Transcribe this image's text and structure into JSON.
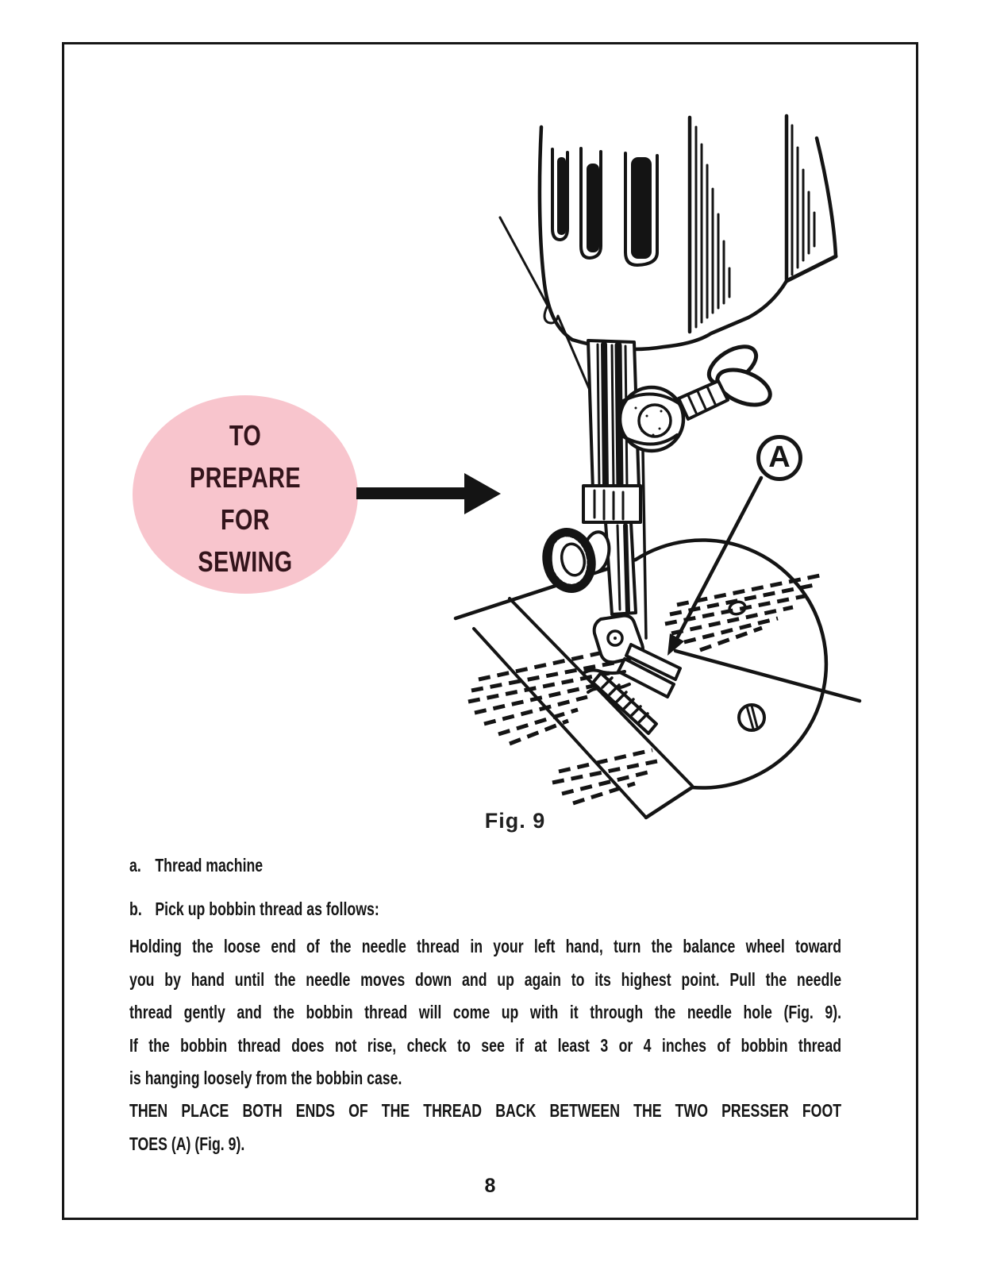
{
  "document": {
    "badge": {
      "lines": [
        "TO",
        "PREPARE",
        "FOR",
        "SEWING"
      ],
      "bg_color": "#f8c5cd",
      "text_color": "#33141b"
    },
    "figure": {
      "caption": "Fig. 9",
      "callout_label": "A",
      "depicts": "sewing-machine-needle-bar-presser-foot-and-needle-plate",
      "ink_color": "#141414"
    },
    "instructions": [
      {
        "marker": "a.",
        "text": "Thread machine"
      },
      {
        "marker": "b.",
        "text": "Pick up bobbin thread as follows:"
      }
    ],
    "body_lines": [
      "Holding the loose end of the needle thread in your left hand, turn the balance wheel toward",
      "you by hand until the needle moves down and up again to its highest point. Pull the needle",
      "thread gently and the bobbin thread will come up with it through the needle hole (Fig. 9).",
      "If the bobbin thread does not rise, check to see if at least 3 or 4 inches of bobbin thread",
      "is hanging loosely from the bobbin case."
    ],
    "emphasis_lines": [
      "THEN PLACE BOTH ENDS OF THE THREAD BACK BETWEEN THE TWO PRESSER FOOT",
      "TOES (A) (Fig. 9)."
    ],
    "page_number": "8"
  }
}
